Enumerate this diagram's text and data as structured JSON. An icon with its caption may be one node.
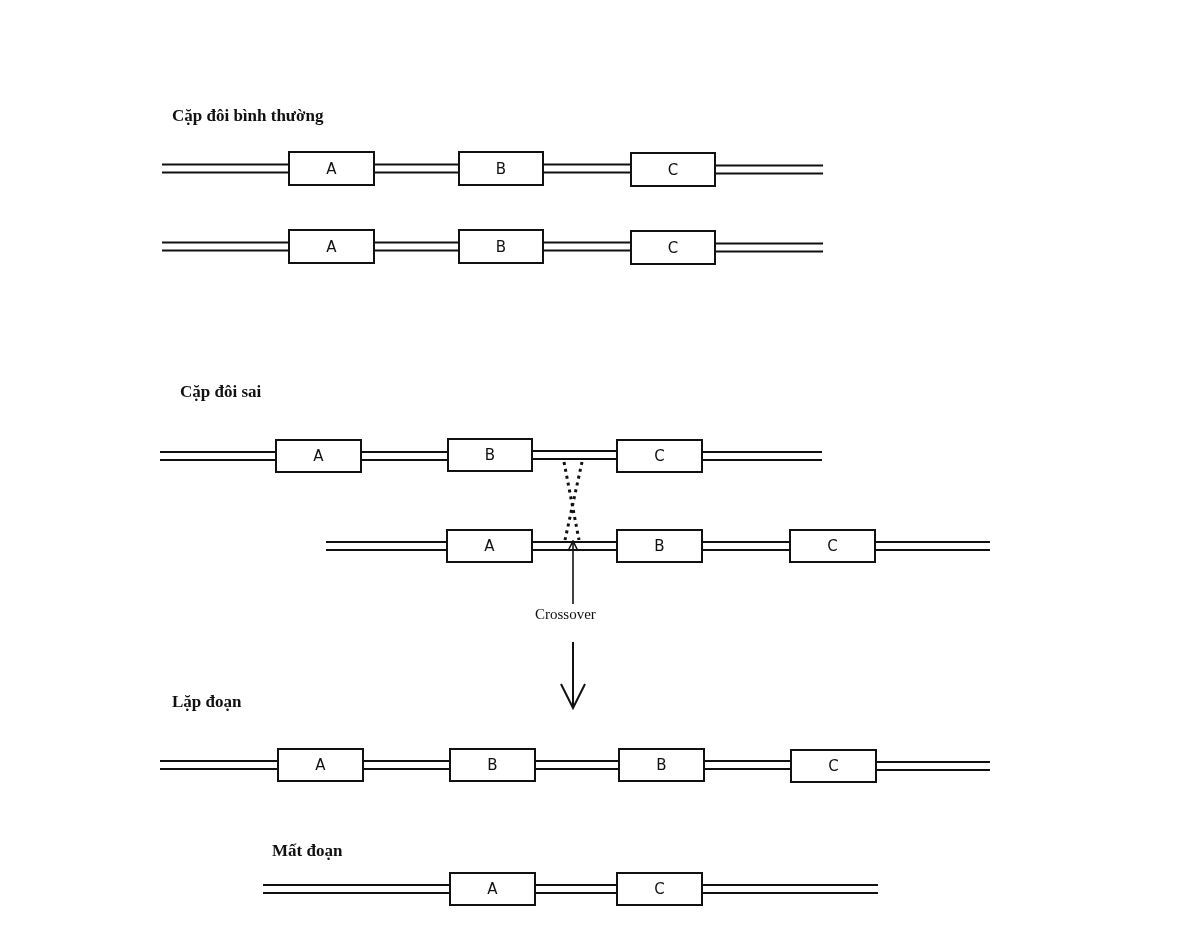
{
  "diagram": {
    "nodes": [
      {
        "text": [
          "A"
        ]
      },
      {
        "text": [
          "B"
        ]
      },
      {
        "text": [
          "C"
        ]
      },
      {
        "text": [
          "A"
        ]
      },
      {
        "text": [
          "B"
        ]
      },
      {
        "text": [
          "C"
        ]
      },
      {
        "text": [
          "A"
        ]
      },
      {
        "text": [
          "B"
        ]
      },
      {
        "text": [
          "C"
        ]
      },
      {
        "text": [
          "A"
        ]
      },
      {
        "text": [
          "B"
        ]
      },
      {
        "text": [
          "C"
        ]
      },
      {
        "text": [
          "Crossover"
        ]
      },
      {
        "text": [
          "A"
        ]
      },
      {
        "text": [
          "B"
        ]
      },
      {
        "text": [
          "B"
        ]
      },
      {
        "text": [
          "C"
        ]
      },
      {
        "text": [
          "A"
        ]
      },
      {
        "text": [
          "C"
        ]
      },
      {
        "text": [],
        "shape": "cross"
      }
    ],
    "edges": [
      {
        "from": null,
        "to": 0,
        "arrow": "none"
      },
      {
        "from": 0,
        "to": 1,
        "arrow": "none"
      },
      {
        "from": 1,
        "to": 2,
        "arrow": "none"
      },
      {
        "from": 2,
        "to": null,
        "arrow": "none"
      },
      {
        "from": null,
        "to": 3,
        "arrow": "none"
      },
      {
        "from": 3,
        "to": 4,
        "arrow": "none"
      },
      {
        "from": 4,
        "to": 5,
        "arrow": "none"
      },
      {
        "from": 5,
        "to": null,
        "arrow": "none"
      },
      {
        "from": null,
        "to": 6,
        "arrow": "none"
      },
      {
        "from": 6,
        "to": 7,
        "arrow": "none"
      },
      {
        "from": 7,
        "to": 8,
        "arrow": "none"
      },
      {
        "from": 8,
        "to": null,
        "arrow": "none"
      },
      {
        "from": null,
        "to": 9,
        "arrow": "none"
      },
      {
        "from": 9,
        "to": 10,
        "arrow": "none"
      },
      {
        "from": 10,
        "to": 11,
        "arrow": "none"
      },
      {
        "from": 11,
        "to": null,
        "arrow": "none"
      },
      {
        "from": 12,
        "to": 19,
        "arrow": "to"
      },
      {
        "from": null,
        "to": 13,
        "arrow": "none"
      },
      {
        "from": 13,
        "to": 14,
        "arrow": "none"
      },
      {
        "from": 14,
        "to": 15,
        "arrow": "none"
      },
      {
        "from": 15,
        "to": 16,
        "arrow": "none"
      },
      {
        "from": 16,
        "to": null,
        "arrow": "none"
      },
      {
        "from": null,
        "to": 17,
        "arrow": "none"
      },
      {
        "from": 17,
        "to": 18,
        "arrow": "none"
      },
      {
        "from": 18,
        "to": null,
        "arrow": "none"
      }
    ],
    "labels": [
      "Cặp đôi bình thường",
      "Cặp đôi sai",
      "Lặp đoạn",
      "Mất đoạn"
    ]
  }
}
